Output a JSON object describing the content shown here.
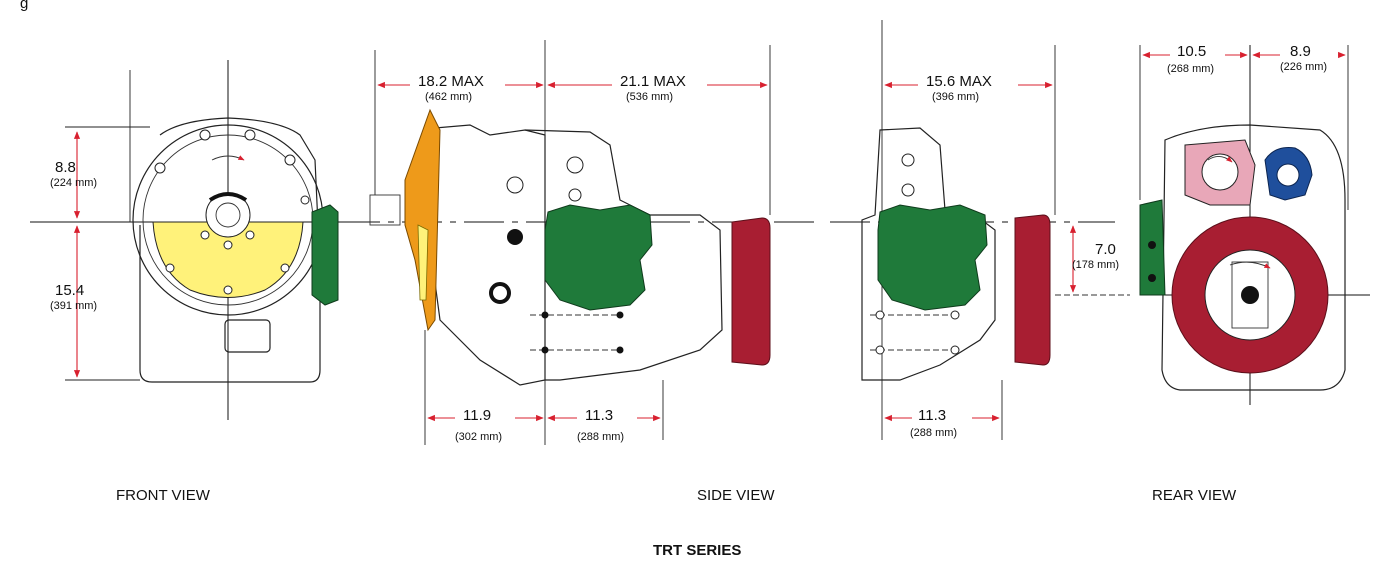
{
  "caption_top": "g",
  "views": {
    "front": {
      "label": "FRONT VIEW"
    },
    "side": {
      "label": "SIDE VIEW"
    },
    "rear": {
      "label": "REAR VIEW"
    }
  },
  "title": "TRT SERIES",
  "dimensions": {
    "front_upper": {
      "value": "8.8",
      "mm": "(224 mm)"
    },
    "front_lower": {
      "value": "15.4",
      "mm": "(391 mm)"
    },
    "side_top_left": {
      "value": "18.2 MAX",
      "mm": "(462 mm)"
    },
    "side_top_right": {
      "value": "21.1 MAX",
      "mm": "(536 mm)"
    },
    "side_bottom_left": {
      "value": "11.9",
      "mm": "(302 mm)"
    },
    "side_bottom_right": {
      "value": "11.3",
      "mm": "(288 mm)"
    },
    "rear_side_top": {
      "value": "15.6 MAX",
      "mm": "(396 mm)"
    },
    "rear_side_bottom": {
      "value": "11.3",
      "mm": "(288 mm)"
    },
    "rear_side_height": {
      "value": "7.0",
      "mm": "(178 mm)"
    },
    "rear_top_left": {
      "value": "10.5",
      "mm": "(268 mm)"
    },
    "rear_top_right": {
      "value": "8.9",
      "mm": "(226 mm)"
    }
  },
  "colors": {
    "dimension": "#d8202f",
    "green_component": "#1f7a3a",
    "crimson_component": "#a81e32",
    "yellow_component": "#fff27a",
    "orange_component": "#ee9a1a",
    "pink_component": "#e8a7b8",
    "blue_component": "#1f4f9c"
  }
}
